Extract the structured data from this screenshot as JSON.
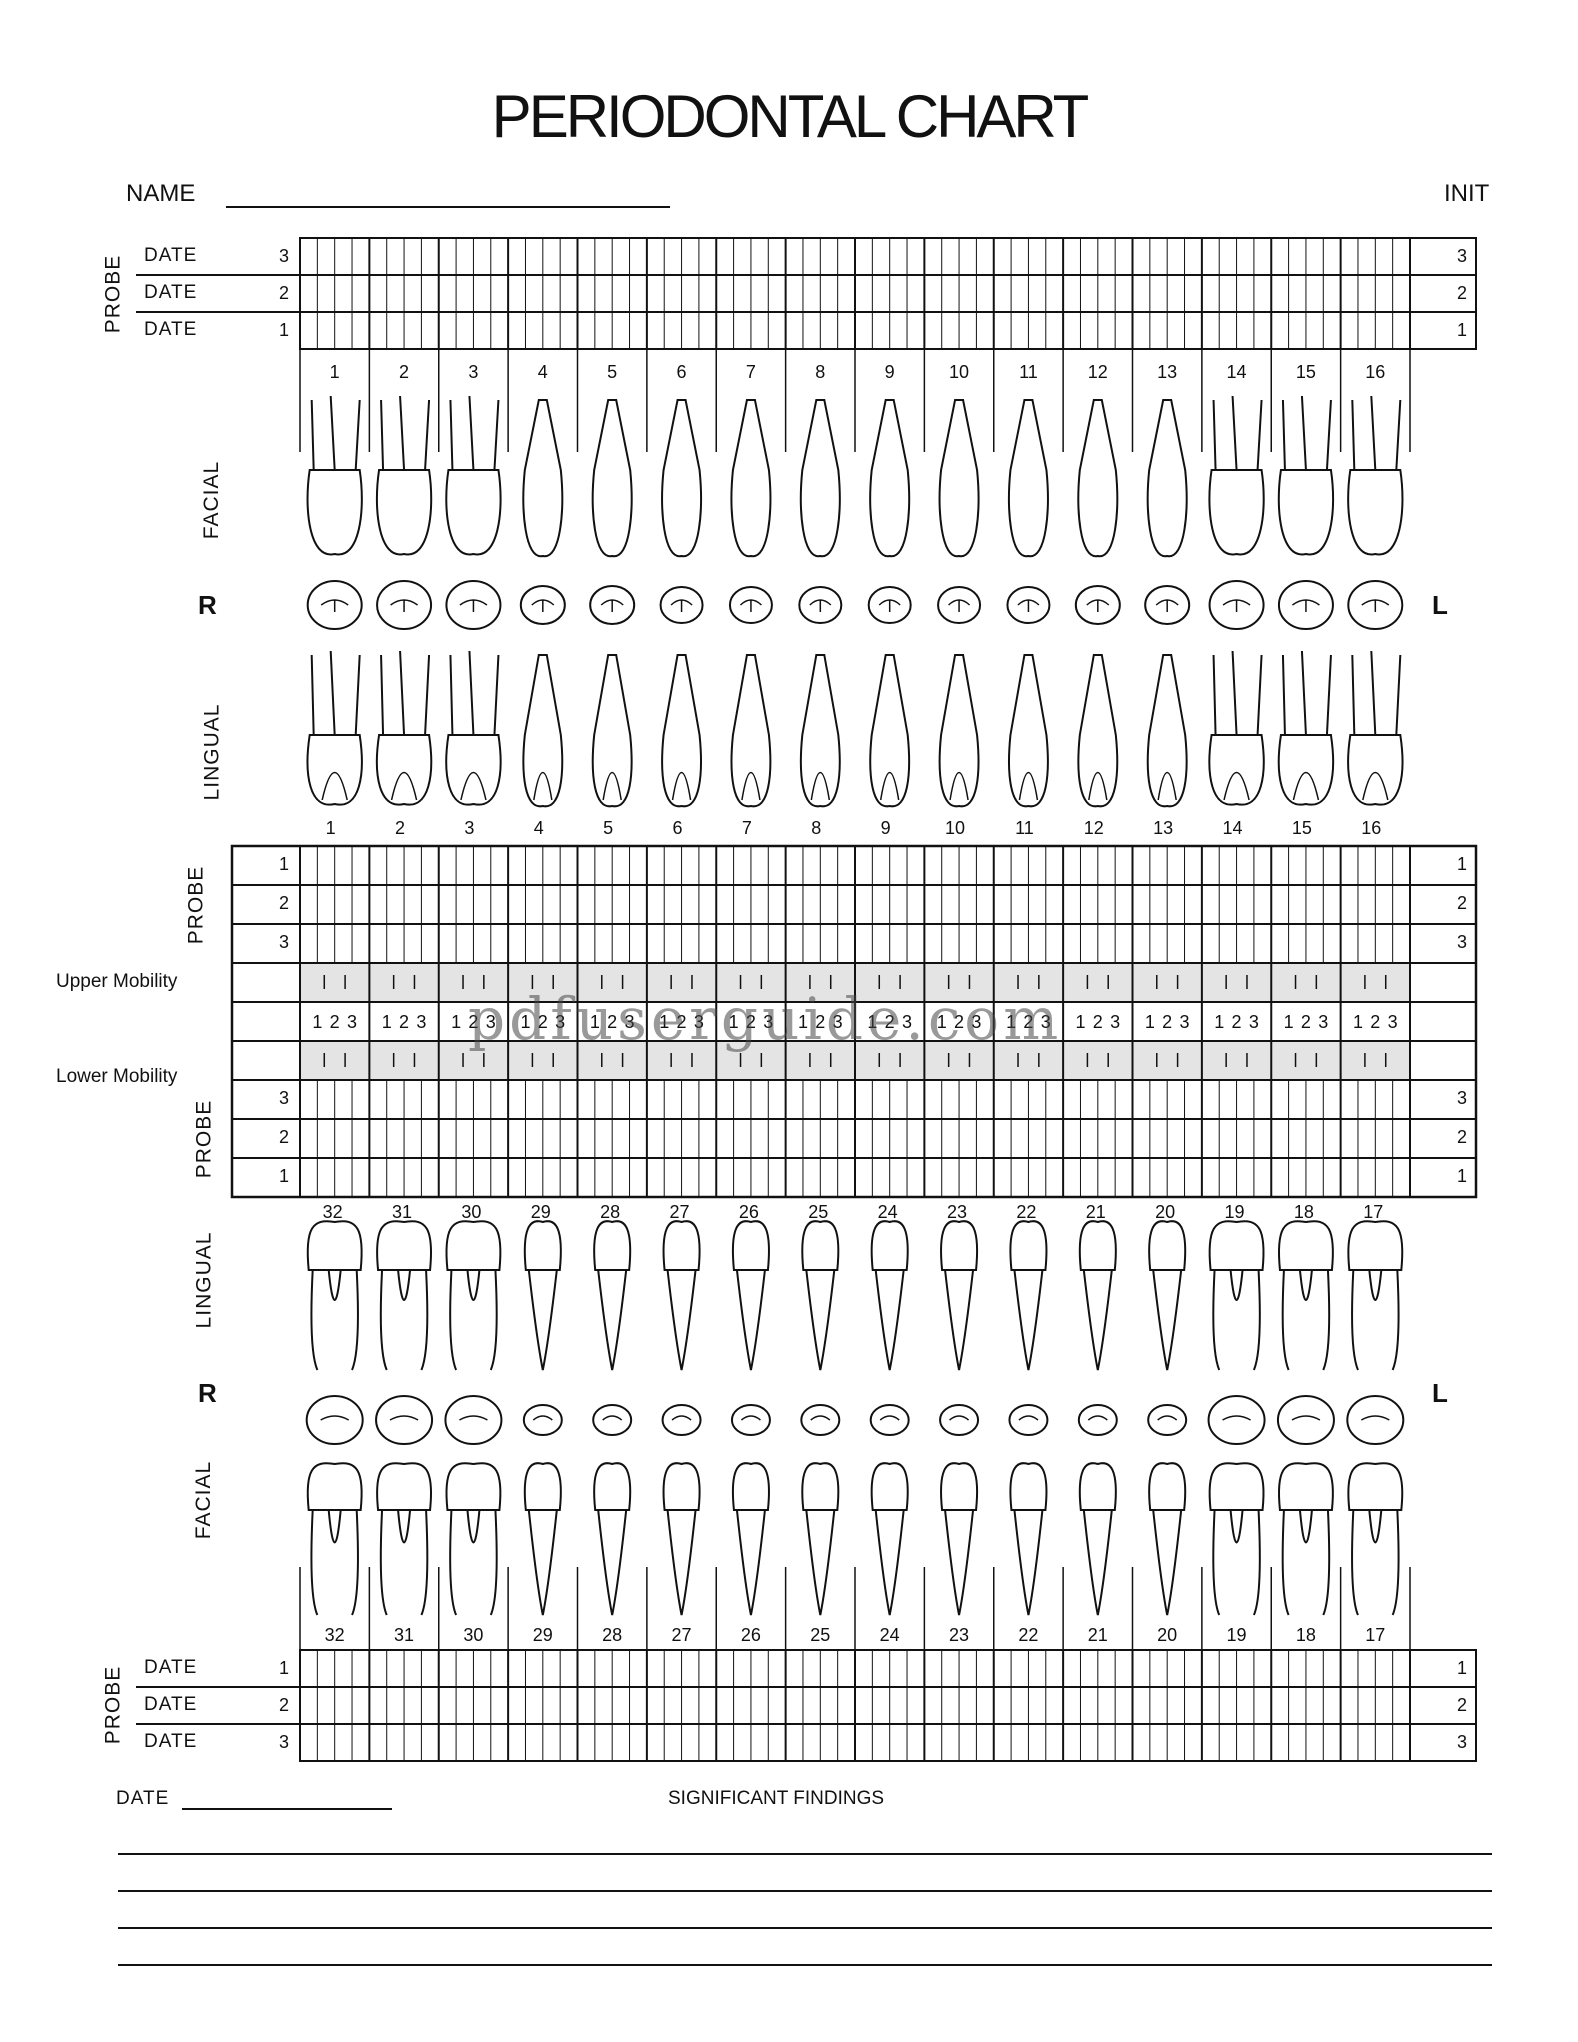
{
  "title": "PERIODONTAL CHART",
  "name_label": "NAME",
  "init_label": "INIT",
  "probe_label": "PROBE",
  "date_label": "DATE",
  "facial_label": "FACIAL",
  "lingual_label": "LINGUAL",
  "right_label": "R",
  "left_label": "L",
  "upper_mobility_label": "Upper Mobility",
  "lower_mobility_label": "Lower Mobility",
  "mobility_grades": [
    "1",
    "2",
    "3"
  ],
  "probe_rows_top": [
    "3",
    "2",
    "1"
  ],
  "probe_rows_upper_lingual": [
    "1",
    "2",
    "3"
  ],
  "probe_rows_lower_lingual": [
    "3",
    "2",
    "1"
  ],
  "probe_rows_bottom": [
    "1",
    "2",
    "3"
  ],
  "upper_teeth": [
    "1",
    "2",
    "3",
    "4",
    "5",
    "6",
    "7",
    "8",
    "9",
    "10",
    "11",
    "12",
    "13",
    "14",
    "15",
    "16"
  ],
  "lower_teeth": [
    "32",
    "31",
    "30",
    "29",
    "28",
    "27",
    "26",
    "25",
    "24",
    "23",
    "22",
    "21",
    "20",
    "19",
    "18",
    "17"
  ],
  "footer_date_label": "DATE",
  "significant_findings_label": "SIGNIFICANT FINDINGS",
  "watermark": "pdfuserguide.com"
}
